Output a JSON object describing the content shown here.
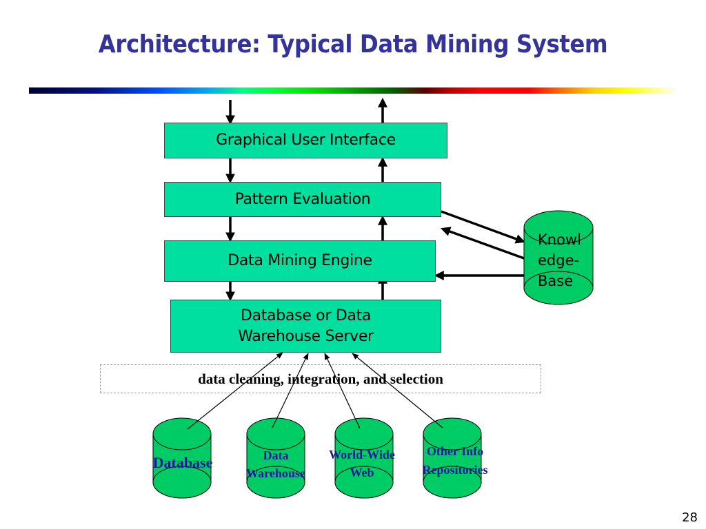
{
  "slide": {
    "title": "Architecture: Typical Data Mining System",
    "page_number": "28"
  },
  "layers": {
    "gui": "Graphical User Interface",
    "pattern_evaluation": "Pattern Evaluation",
    "mining_engine": "Data Mining Engine",
    "server_line1": "Database or Data",
    "server_line2": "Warehouse Server"
  },
  "knowledge_base": {
    "line1": "Knowl",
    "line2": "edge-",
    "line3": "Base"
  },
  "preprocessing": {
    "label": "data cleaning, integration, and selection"
  },
  "sources": [
    {
      "line1": "Database",
      "line2": ""
    },
    {
      "line1": "Data",
      "line2": "Warehouse"
    },
    {
      "line1": "World-Wide",
      "line2": "Web"
    },
    {
      "line1": "Other Info",
      "line2": "Repositories"
    }
  ],
  "colors": {
    "title": "#333399",
    "layer_fill": "#00dfa0",
    "cylinder_fill": "#00cc66",
    "source_label": "#1a1a99"
  }
}
